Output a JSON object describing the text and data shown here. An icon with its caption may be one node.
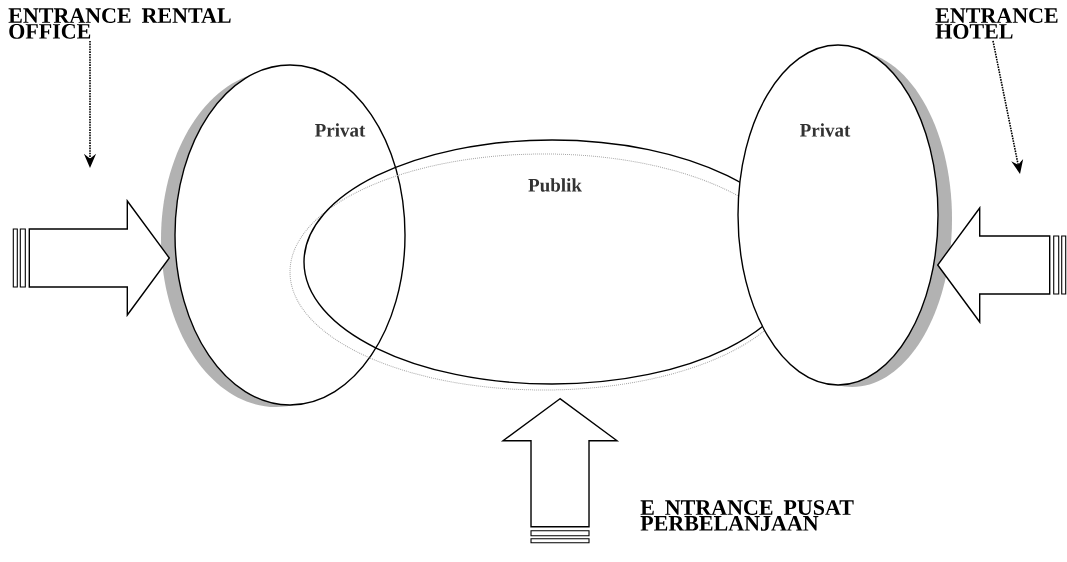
{
  "diagram": {
    "nodes": [
      {
        "text": [
          "ENTRANCE RENTAL OFFICE"
        ]
      },
      {
        "text": [
          "ENTRANCE HOTEL"
        ]
      },
      {
        "text": [
          "Privat"
        ]
      },
      {
        "text": [
          "Publik"
        ]
      },
      {
        "text": [
          "Privat"
        ]
      }
    ],
    "edges": [
      {
        "from": 0,
        "to": null,
        "arrow": "to",
        "style": "dashed"
      },
      {
        "from": 1,
        "to": null,
        "arrow": "to",
        "style": "dashed"
      },
      {
        "from": null,
        "to": 2,
        "arrow": "to",
        "style": "thick"
      },
      {
        "from": null,
        "to": 4,
        "arrow": "to",
        "style": "thick"
      },
      {
        "from": null,
        "to": 3,
        "arrow": "to",
        "style": "thick"
      }
    ],
    "labels": [
      "E NTRANCE PUSAT PERBELANJAAN"
    ]
  }
}
